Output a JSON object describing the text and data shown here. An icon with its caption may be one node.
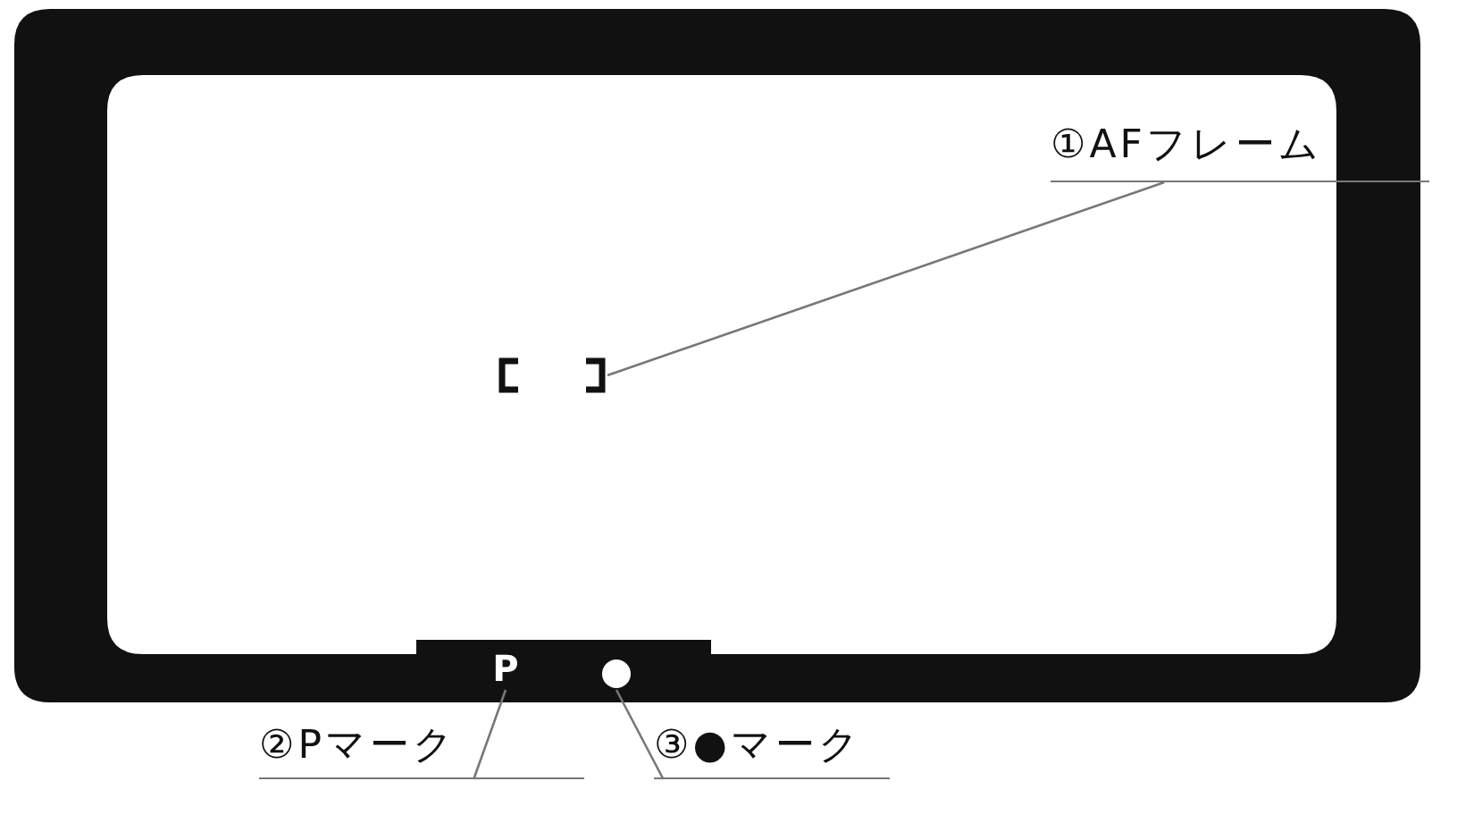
{
  "diagram": {
    "nodes": [
      {
        "text": [
          "①AFフレーム"
        ]
      },
      {
        "text": [],
        "shape": "box"
      },
      {
        "text": [
          "②Pマーク"
        ]
      },
      {
        "text": [
          "P"
        ]
      },
      {
        "text": [
          "③●マーク"
        ]
      },
      {
        "text": [],
        "shape": "circle"
      }
    ],
    "edges": [
      {
        "from": 0,
        "to": 1,
        "arrow": "none"
      },
      {
        "from": 2,
        "to": 3,
        "arrow": "none"
      },
      {
        "from": 4,
        "to": 5,
        "arrow": "none"
      }
    ]
  }
}
